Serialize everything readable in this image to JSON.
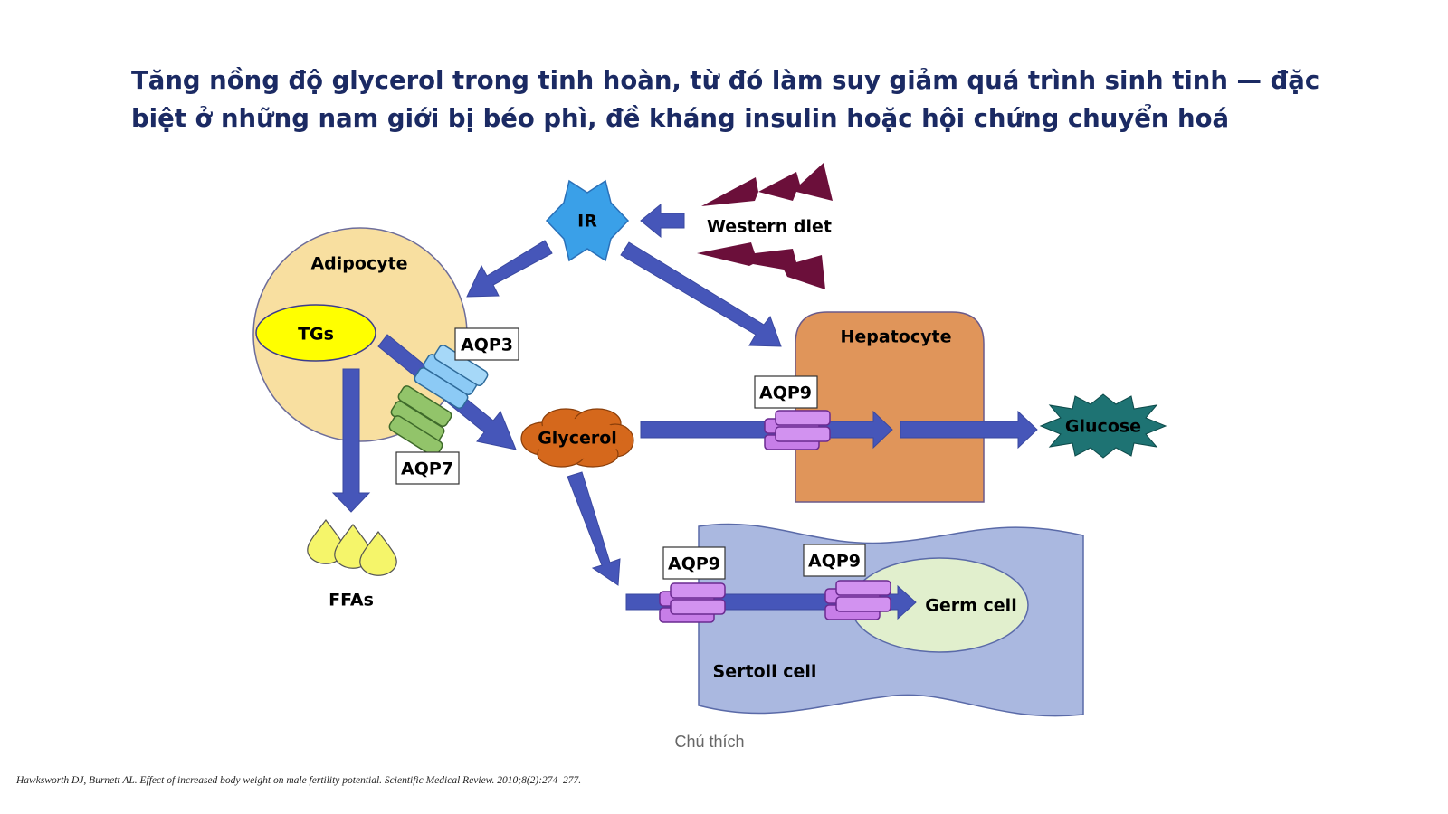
{
  "title": "Tăng nồng độ glycerol trong tinh hoàn, từ đó làm suy giảm quá trình sinh tinh — đặc biệt ở những nam giới bị béo phì, đề kháng insulin hoặc hội chứng chuyển hoá",
  "diagram": {
    "ir": "IR",
    "western_diet": "Western diet",
    "adipocyte": "Adipocyte",
    "tgs": "TGs",
    "aqp3": "AQP3",
    "aqp7": "AQP7",
    "ffas": "FFAs",
    "glycerol": "Glycerol",
    "hepatocyte": "Hepatocyte",
    "aqp9_liver": "AQP9",
    "glucose": "Glucose",
    "aqp9_sertoli": "AQP9",
    "aqp9_germ": "AQP9",
    "germ_cell": "Germ cell",
    "sertoli_cell": "Sertoli cell"
  },
  "caption": "Chú thích",
  "citation": "Hawksworth DJ, Burnett AL. Effect of increased body weight on male fertility potential. Scientific Medical Review. 2010;8(2):274–277.",
  "colors": {
    "arrow": "#4656b9",
    "title": "#1b2a63",
    "western_diet": "#6b0f3a",
    "glycerol": "#d5681c",
    "hepatocyte": "#e0955a",
    "glucose": "#1e7373",
    "sertoli": "#aab8e0",
    "aqp9": "#c77ee8"
  }
}
